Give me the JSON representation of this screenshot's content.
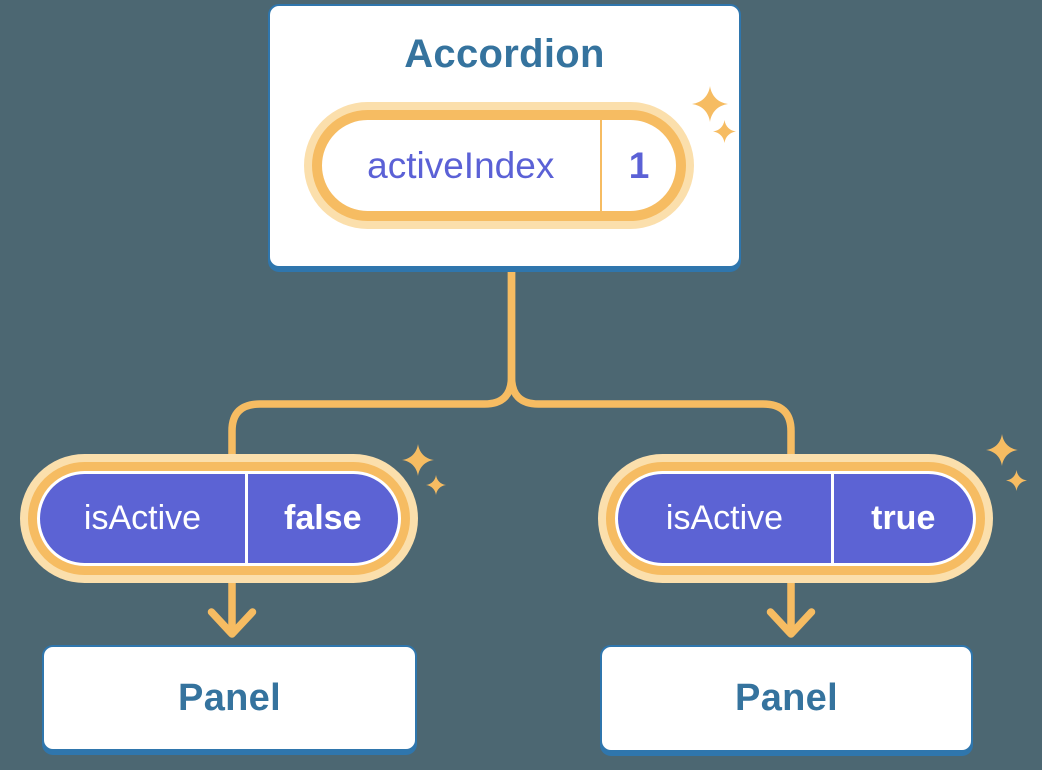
{
  "colors": {
    "background": "#4c6772",
    "card_border": "#2f76ad",
    "card_text": "#35739e",
    "orange_line": "#f6bc62",
    "orange_glow": "#fbdfac",
    "purple_pill": "#5c63d4",
    "purple_text": "#5b61d6",
    "pill_text_on_purple": "#ffffff"
  },
  "accordion": {
    "title": "Accordion",
    "state_pill": {
      "label": "activeIndex",
      "value": "1"
    }
  },
  "prop_pills": [
    {
      "label": "isActive",
      "value": "false"
    },
    {
      "label": "isActive",
      "value": "true"
    }
  ],
  "panels": [
    {
      "label": "Panel"
    },
    {
      "label": "Panel"
    }
  ],
  "icons": {
    "sparkle": "four-point-star",
    "arrow": "chevron-down-arrow"
  }
}
